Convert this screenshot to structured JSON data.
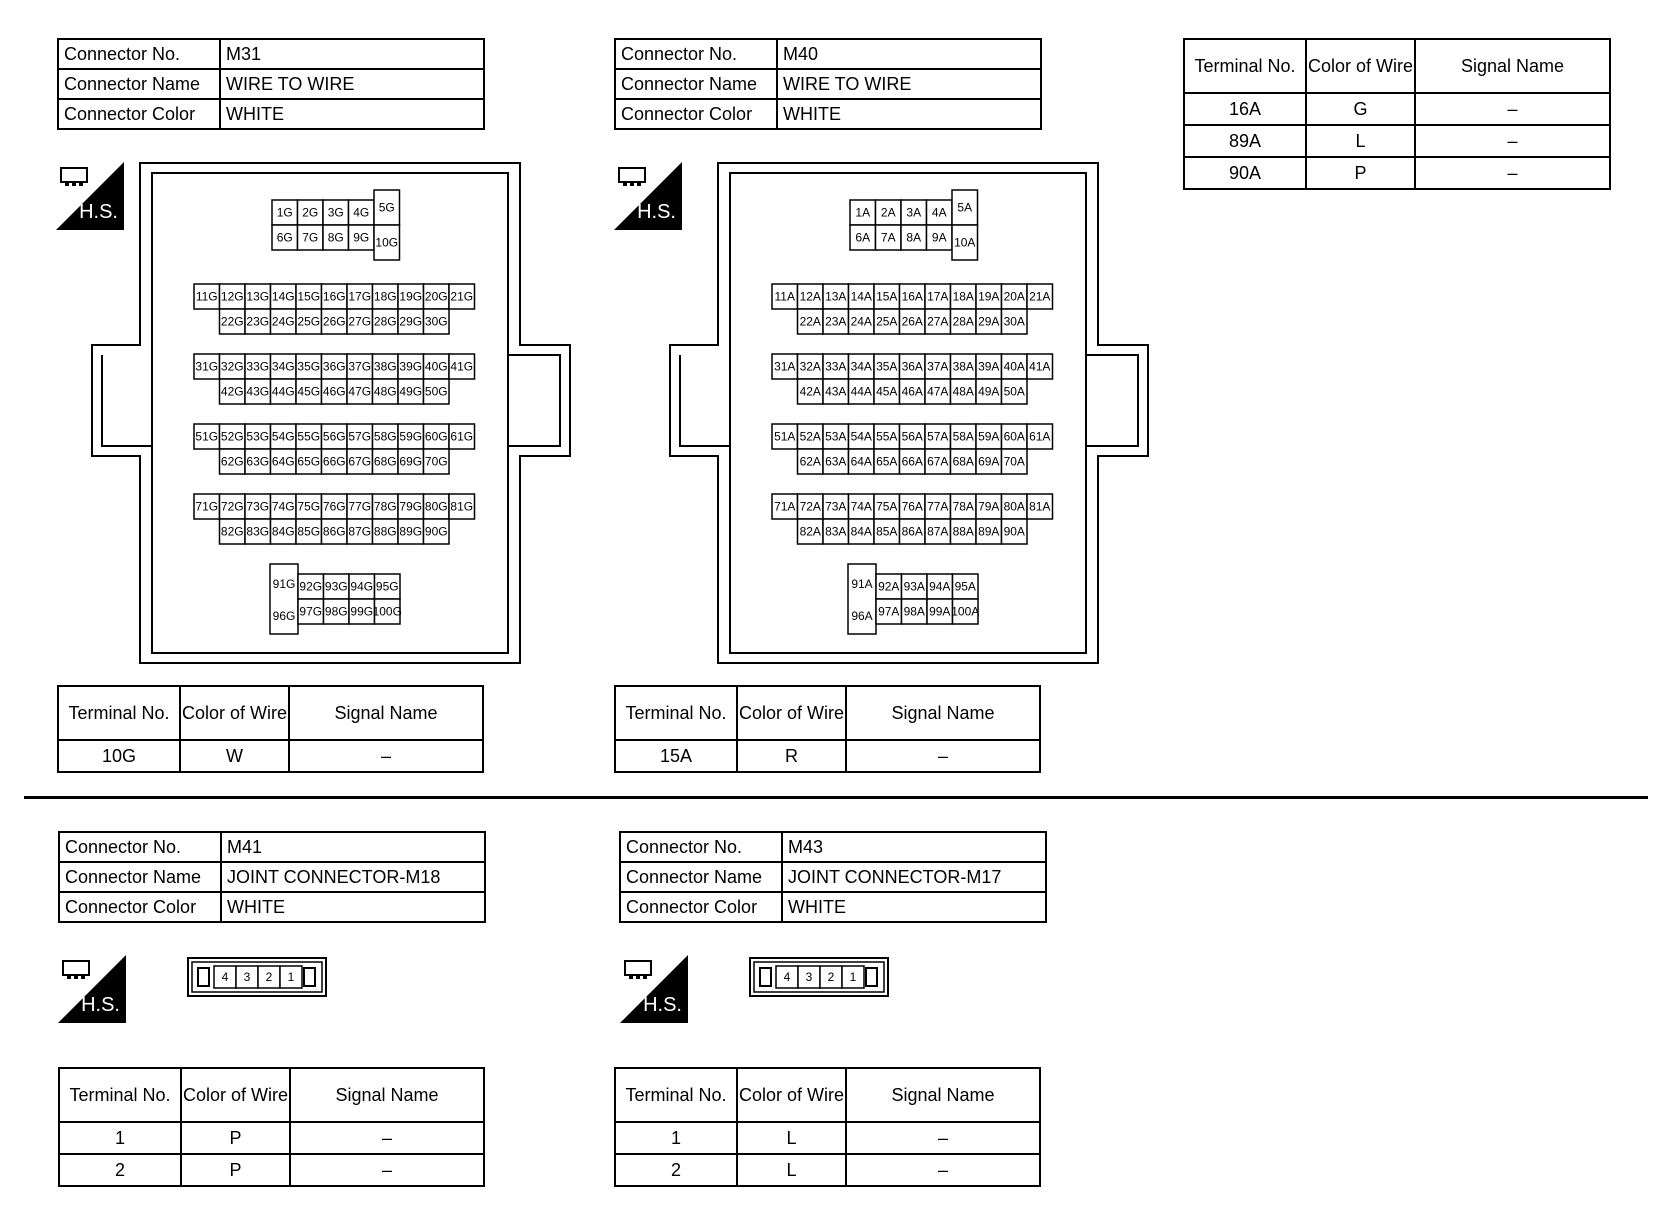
{
  "labels": {
    "connector_no": "Connector No.",
    "connector_name": "Connector Name",
    "connector_color": "Connector Color",
    "terminal_no": "Terminal No.",
    "color_of_wire": "Color of Wire",
    "signal_name": "Signal Name",
    "hs": "H.S."
  },
  "connectors": {
    "m31": {
      "no": "M31",
      "name": "WIRE TO WIRE",
      "color": "WHITE",
      "suffix": "G",
      "terminals": [
        {
          "terminal": "10G",
          "wire": "W",
          "signal": "–"
        }
      ]
    },
    "m40": {
      "no": "M40",
      "name": "WIRE TO WIRE",
      "color": "WHITE",
      "suffix": "A",
      "terminals": [
        {
          "terminal": "15A",
          "wire": "R",
          "signal": "–"
        }
      ]
    },
    "m40_extra": {
      "terminals": [
        {
          "terminal": "16A",
          "wire": "G",
          "signal": "–"
        },
        {
          "terminal": "89A",
          "wire": "L",
          "signal": "–"
        },
        {
          "terminal": "90A",
          "wire": "P",
          "signal": "–"
        }
      ]
    },
    "m41": {
      "no": "M41",
      "name": "JOINT CONNECTOR-M18",
      "color": "WHITE",
      "pins": [
        "4",
        "3",
        "2",
        "1"
      ],
      "terminals": [
        {
          "terminal": "1",
          "wire": "P",
          "signal": "–"
        },
        {
          "terminal": "2",
          "wire": "P",
          "signal": "–"
        }
      ]
    },
    "m43": {
      "no": "M43",
      "name": "JOINT CONNECTOR-M17",
      "color": "WHITE",
      "pins": [
        "4",
        "3",
        "2",
        "1"
      ],
      "terminals": [
        {
          "terminal": "1",
          "wire": "L",
          "signal": "–"
        },
        {
          "terminal": "2",
          "wire": "L",
          "signal": "–"
        }
      ]
    }
  }
}
